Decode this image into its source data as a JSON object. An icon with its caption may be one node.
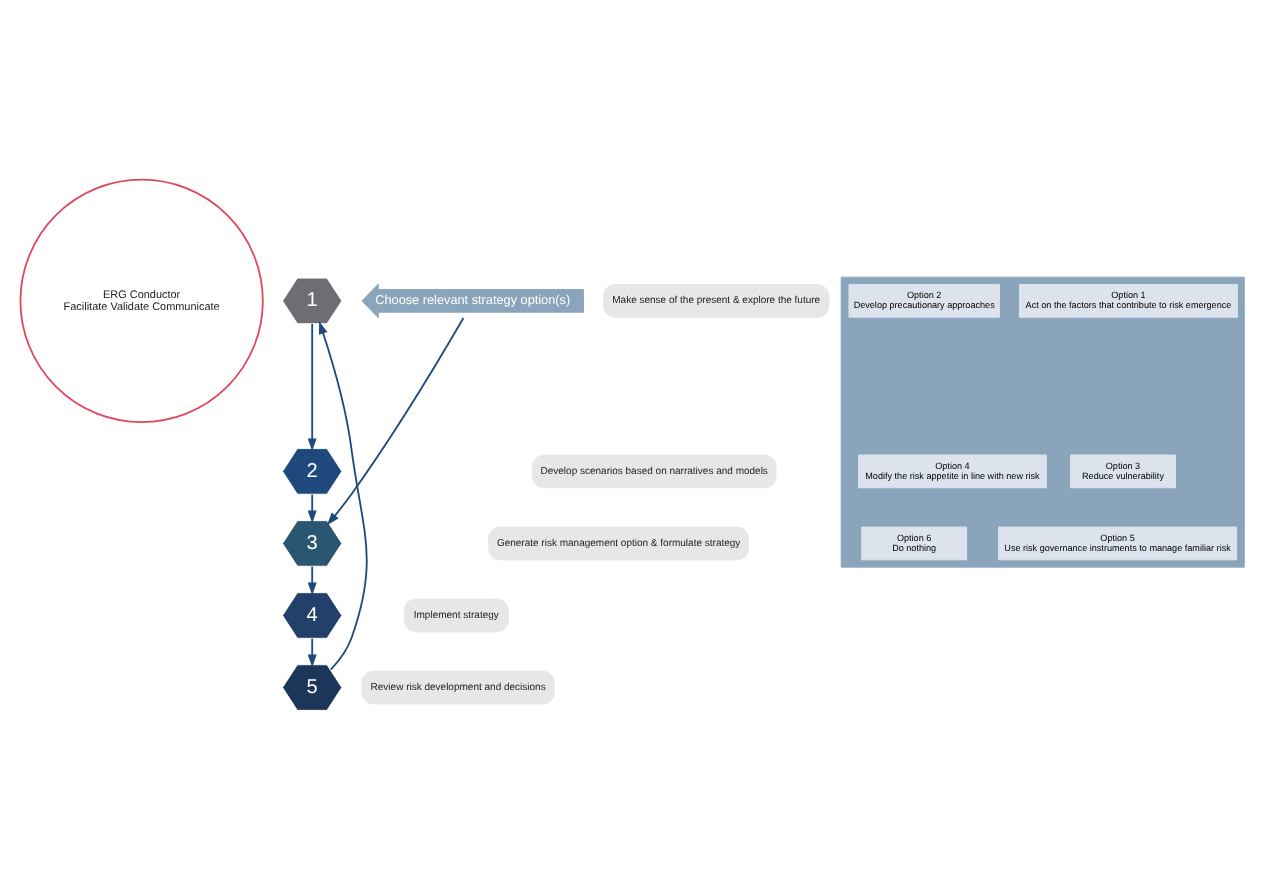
{
  "diagram": {
    "nodes": [
      {
        "text": [
          "ERG Conductor",
          "Facilitate Validate Communicate"
        ]
      },
      {
        "text": [
          "1"
        ]
      },
      {
        "text": [
          "2"
        ]
      },
      {
        "text": [
          "3"
        ]
      },
      {
        "text": [
          "4"
        ]
      },
      {
        "text": [
          "5"
        ]
      },
      {
        "text": [
          "Make sense of the present & explore the future"
        ]
      },
      {
        "text": [
          "Develop scenarios based on narratives and models"
        ]
      },
      {
        "text": [
          "Generate risk management option & formulate strategy"
        ]
      },
      {
        "text": [
          "Implement strategy"
        ]
      },
      {
        "text": [
          "Review risk development and decisions"
        ]
      },
      {
        "text": [
          "Choose relevant strategy option(s)"
        ]
      },
      {
        "text": [],
        "shape": "box"
      },
      {
        "text": [
          "Option 1",
          "Act on the factors that contribute to risk emergence"
        ],
        "in": 12
      },
      {
        "text": [
          "Option 2",
          "Develop precautionary approaches"
        ],
        "in": 12
      },
      {
        "text": [
          "Option 3",
          "Reduce vulnerability"
        ],
        "in": 12
      },
      {
        "text": [
          "Option 4",
          "Modify the risk appetite in line with new risk"
        ],
        "in": 12
      },
      {
        "text": [
          "Option 5",
          "Use risk governance instruments to manage familiar risk"
        ],
        "in": 12
      },
      {
        "text": [
          "Option 6",
          "Do nothing"
        ],
        "in": 12
      }
    ],
    "edges": [
      {
        "from": 1,
        "to": 2,
        "arrow": "to"
      },
      {
        "from": 2,
        "to": 3,
        "arrow": "to"
      },
      {
        "from": 3,
        "to": 4,
        "arrow": "to"
      },
      {
        "from": 4,
        "to": 5,
        "arrow": "to"
      },
      {
        "from": 5,
        "to": 1,
        "arrow": "to"
      },
      {
        "from": 11,
        "to": 3,
        "arrow": "to"
      }
    ]
  }
}
